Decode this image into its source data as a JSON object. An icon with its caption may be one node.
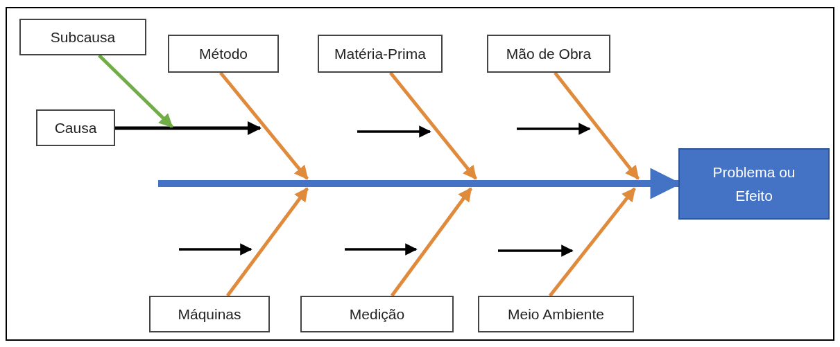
{
  "diagram": {
    "nodes": [
      {
        "text": [
          "Subcausa"
        ]
      },
      {
        "text": [
          "Método"
        ]
      },
      {
        "text": [
          "Matéria-Prima"
        ]
      },
      {
        "text": [
          "Mão de Obra"
        ]
      },
      {
        "text": [
          "Causa"
        ]
      },
      {
        "text": [
          "Problema ou Efeito"
        ]
      },
      {
        "text": [
          "Máquinas"
        ]
      },
      {
        "text": [
          "Medição"
        ]
      },
      {
        "text": [
          "Meio Ambiente"
        ]
      }
    ],
    "edges": [
      {
        "from": null,
        "to": 5,
        "arrow": "to",
        "style": "thick",
        "color": "#4472c4"
      },
      {
        "from": 1,
        "to": null,
        "arrow": "to"
      },
      {
        "from": 2,
        "to": null,
        "arrow": "to"
      },
      {
        "from": 3,
        "to": null,
        "arrow": "to"
      },
      {
        "from": 6,
        "to": null,
        "arrow": "to"
      },
      {
        "from": 7,
        "to": null,
        "arrow": "to"
      },
      {
        "from": 8,
        "to": null,
        "arrow": "to"
      },
      {
        "from": 4,
        "to": null,
        "arrow": "to",
        "color": "#000000"
      },
      {
        "from": 0,
        "to": null,
        "arrow": "to",
        "color": "#70ad47"
      }
    ]
  }
}
